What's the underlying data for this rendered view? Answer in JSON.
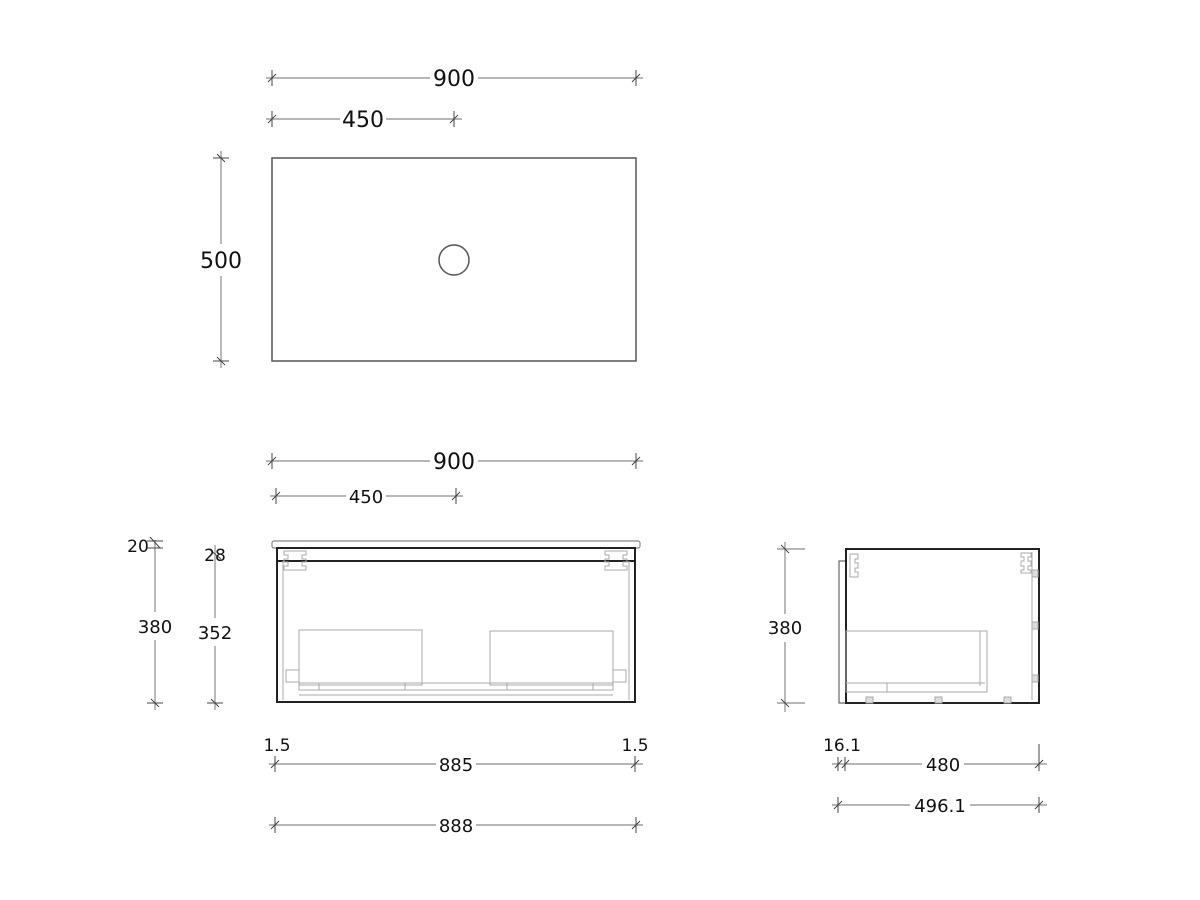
{
  "plan_view": {
    "width_label": "900",
    "half_width_label": "450",
    "depth_label": "500"
  },
  "front_view": {
    "width_label": "900",
    "half_width_label": "450",
    "top_thickness_label": "20",
    "cabinet_height_label": "380",
    "drawer_gap_label": "28",
    "drawer_height_label": "352",
    "left_gap_label": "1.5",
    "right_gap_label": "1.5",
    "inner_width_label": "885",
    "cabinet_width_label": "888"
  },
  "side_view": {
    "cabinet_height_label": "380",
    "front_thickness_label": "16.1",
    "body_depth_label": "480",
    "total_depth_label": "496.1"
  },
  "colors": {
    "dimension_line": "#8c8c8c",
    "outline": "#555555",
    "text": "#111111",
    "background": "#ffffff"
  }
}
